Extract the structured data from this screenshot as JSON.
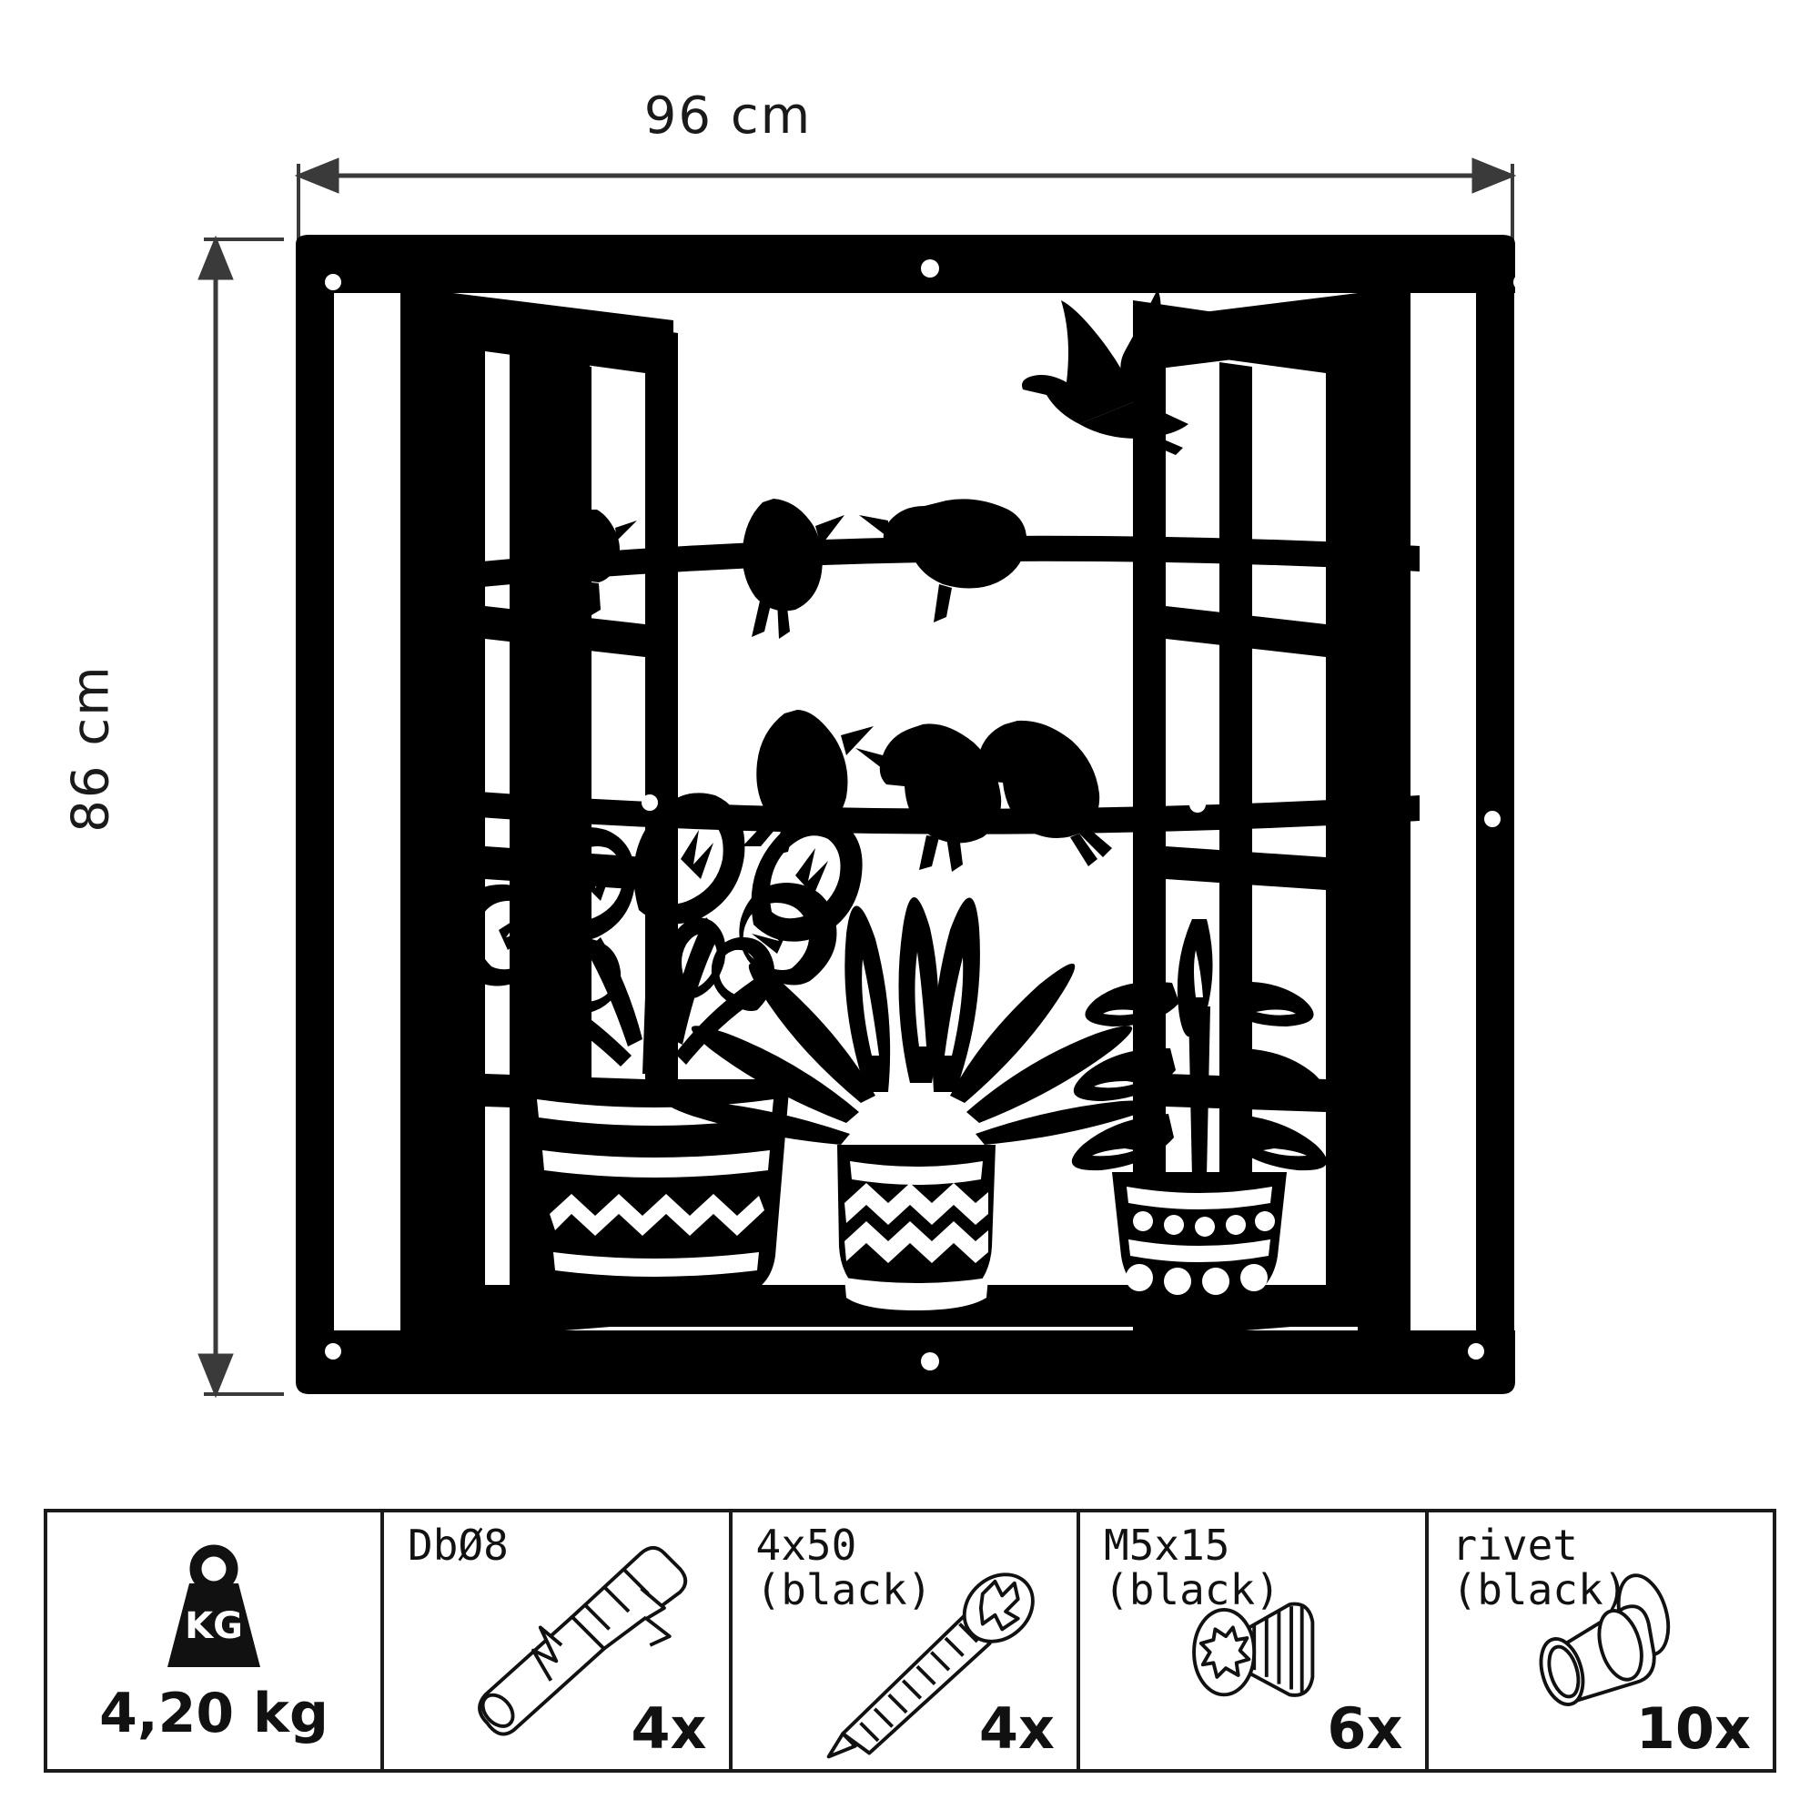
{
  "dimensions": {
    "width_label": "96 cm",
    "height_label": "86 cm"
  },
  "artwork": {
    "title": "window-with-birds-and-plants-wall-art",
    "color": "#000000",
    "elements": {
      "frame": "outer-rectangular-frame-with-rounded-corners",
      "shutters": "two-open-window-shutters-in-perspective",
      "wires": "two-horizontal-wires",
      "birds_upper_wire": 3,
      "birds_lower_wire": 3,
      "flying_birds": 1,
      "potted_plants": 3,
      "mounting_holes": 8
    }
  },
  "legend": {
    "cells": [
      {
        "id": "weight",
        "icon": "weight-kg-icon",
        "icon_text": "KG",
        "title": "",
        "value": "4,20 kg",
        "qty": ""
      },
      {
        "id": "wall-plug",
        "icon": "wall-plug-icon",
        "title": "DbØ8",
        "value": "",
        "qty": "4x"
      },
      {
        "id": "wood-screw",
        "icon": "wood-screw-icon",
        "title": "4x50\n(black)",
        "value": "",
        "qty": "4x"
      },
      {
        "id": "machine-screw",
        "icon": "machine-screw-icon",
        "title": "M5x15\n(black)",
        "value": "",
        "qty": "6x"
      },
      {
        "id": "rivet",
        "icon": "rivet-icon",
        "title": "rivet\n(black)",
        "value": "",
        "qty": "10x"
      }
    ]
  }
}
